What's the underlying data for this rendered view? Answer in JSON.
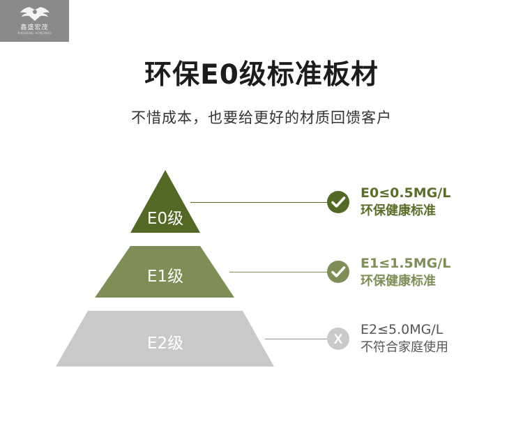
{
  "logo": {
    "icon": "winged-shield-icon",
    "text": "鑫盛宏茂",
    "subtext": "XINSHENG HONGMAO"
  },
  "header": {
    "title": "环保E0级标准板材",
    "subtitle": "不惜成本，也要给更好的材质回馈客户"
  },
  "levels": [
    {
      "label": "E0级",
      "spec": "E0≤0.5MG/L",
      "standard": "环保健康标准",
      "compliant": true,
      "status_icon": "checkmark-icon",
      "color": "#526925",
      "text_color": "#5a6e29"
    },
    {
      "label": "E1级",
      "spec": "E1≤1.5MG/L",
      "standard": "环保健康标准",
      "compliant": true,
      "status_icon": "checkmark-icon",
      "color": "#7f8d57",
      "text_color": "#7f8d57"
    },
    {
      "label": "E2级",
      "spec": "E2≤5.0MG/L",
      "standard": "不符合家庭使用",
      "compliant": false,
      "status_icon": "x-icon",
      "status_mark": "X",
      "color": "#c9c9c9",
      "text_color": "#555555"
    }
  ]
}
